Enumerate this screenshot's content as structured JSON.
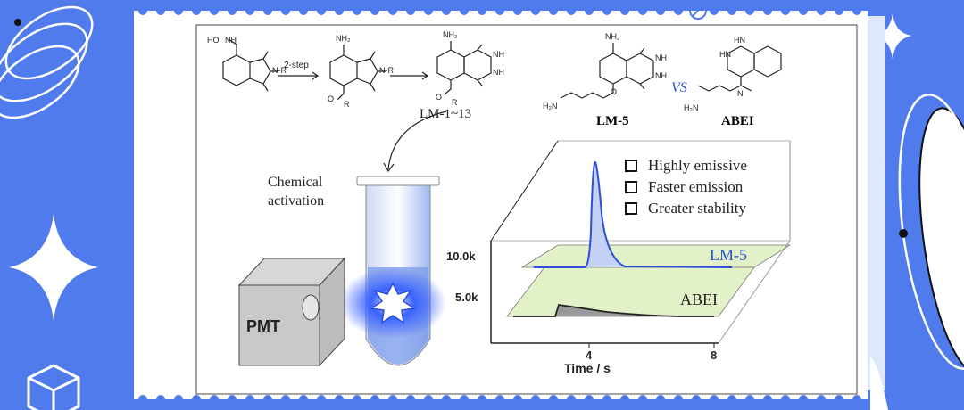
{
  "scheme": {
    "reagent": "2-step",
    "start_label_noh": "HO",
    "start_label_nh": "NH",
    "start_label_r": "N-R",
    "mid_label_nh2": "NH₂",
    "mid_label_r": "N-R",
    "mid_label_or": "O",
    "mid_label_r2": "R",
    "prod_label_nh2": "NH₂",
    "prod_label_nh": "NH",
    "prod_label_nh2b": "NH",
    "prod_label_o": "O",
    "prod_label_r": "R",
    "series_label": "LM-1~13"
  },
  "compounds": {
    "lm5_name": "LM-5",
    "lm5_nh2_top": "NH₂",
    "lm5_nh": "NH",
    "lm5_nh2": "NH",
    "lm5_h2n": "H₂N",
    "lm5_o": "O",
    "vs": "VS",
    "abei_name": "ABEI",
    "abei_hn": "HN",
    "abei_hn2": "HN",
    "abei_n": "N",
    "abei_h2n": "H₂N"
  },
  "setup": {
    "activation_line1": "Chemical",
    "activation_line2": "activation",
    "detector": "PMT"
  },
  "chart_data": {
    "type": "line",
    "x_label": "Time / s",
    "x_ticks": [
      "4",
      "8"
    ],
    "y_ticks": [
      "10.0k",
      "5.0k"
    ],
    "features": [
      "Highly emissive",
      "Faster emission",
      "Greater stability"
    ],
    "series": [
      {
        "name": "LM-5",
        "color": "#2b4fd9"
      },
      {
        "name": "ABEI",
        "color": "#222222"
      }
    ]
  },
  "colors": {
    "background": "#4f7bec",
    "card": "#ffffff",
    "plane": "#e3f1c9",
    "lm5": "#2b4fd9",
    "tube": "#9fb8ee"
  }
}
